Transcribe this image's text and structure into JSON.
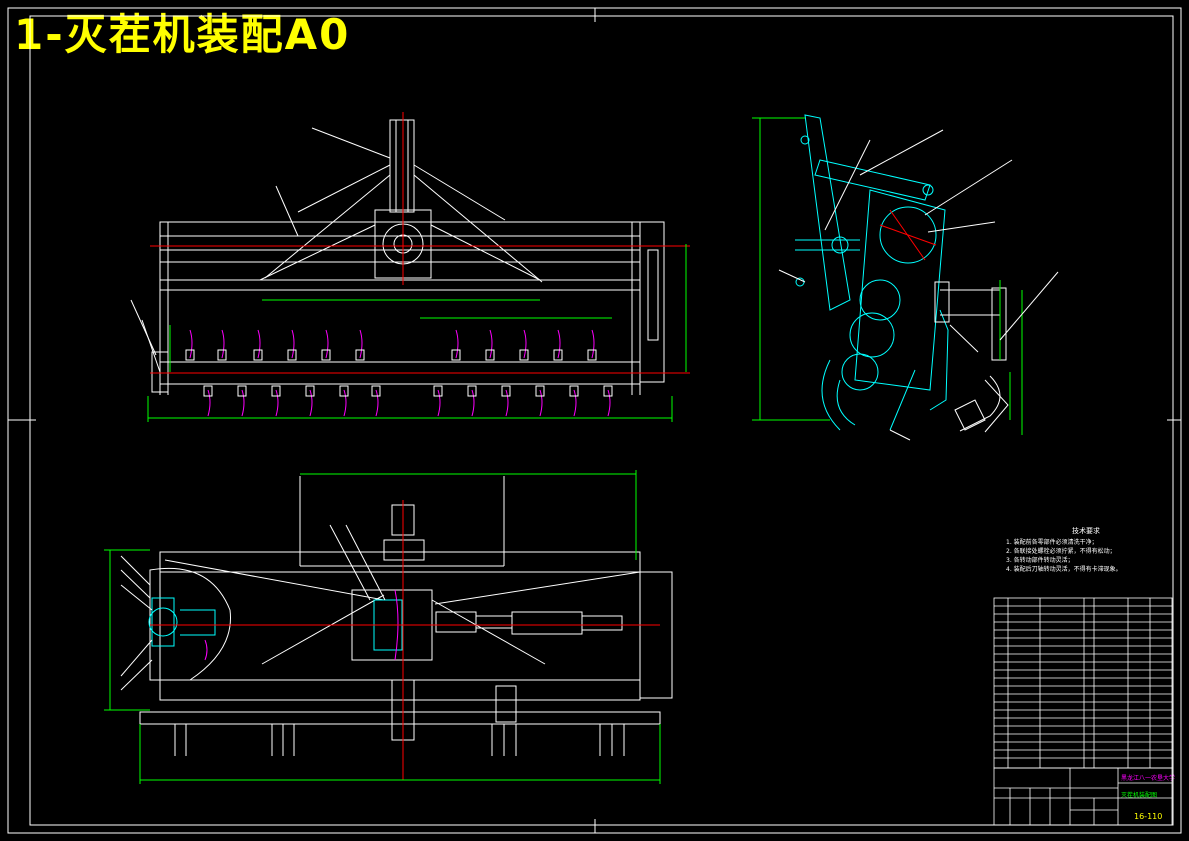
{
  "title": "1-灭茬机装配A0",
  "technical_requirements": {
    "heading": "技术要求",
    "items": [
      "1. 装配前各零部件必须清洗干净；",
      "2. 各联接处螺栓必须拧紧，不得有松动；",
      "3. 各转动部件转动灵活；",
      "4. 装配后刀轴转动灵活，不得有卡滞现象。"
    ]
  },
  "title_block": {
    "school": "黑龙江八一农垦大学",
    "drawing_name": "灭茬机装配图",
    "drawing_no": "16-110"
  },
  "colors": {
    "background": "#000000",
    "title": "#ffff00",
    "outline": "#ffffff",
    "dimension": "#00ff00",
    "centerline": "#ff0000",
    "component": "#00ffff",
    "blade": "#ff00ff"
  }
}
